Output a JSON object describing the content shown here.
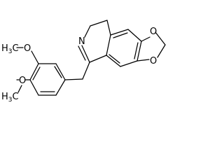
{
  "molecule": {
    "atoms": {
      "nitrogen": "N",
      "oxygen_dioxole_top": "O",
      "oxygen_dioxole_bottom": "O",
      "oxygen_methoxy_1": "O",
      "oxygen_methoxy_2": "O"
    },
    "groups": {
      "methoxy_1_prefix": "H",
      "methoxy_1_sub": "3",
      "methoxy_1_suffix": "C",
      "methoxy_2_prefix": "H",
      "methoxy_2_sub": "3",
      "methoxy_2_suffix": "C"
    }
  }
}
